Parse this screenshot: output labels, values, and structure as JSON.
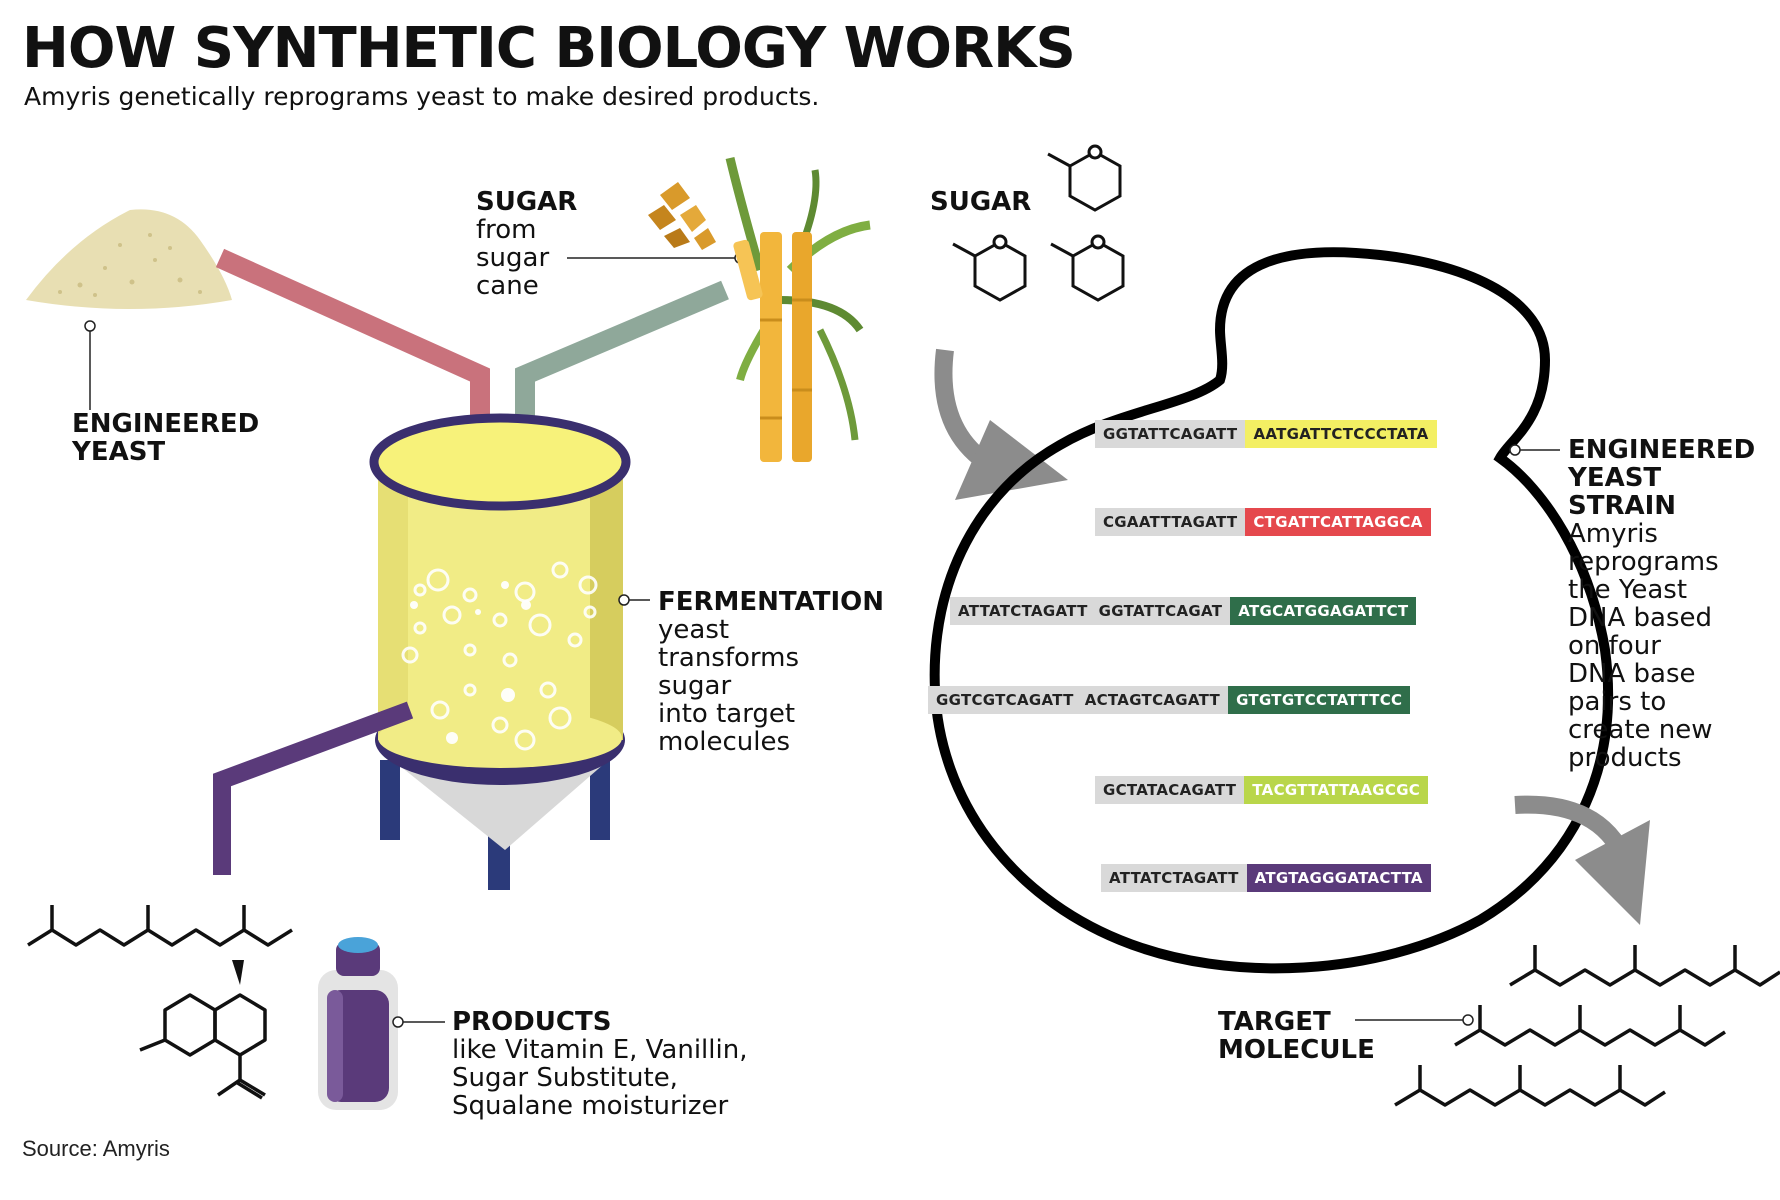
{
  "header": {
    "title": "HOW SYNTHETIC BIOLOGY WORKS",
    "subtitle": "Amyris genetically reprograms yeast to make desired products."
  },
  "labels": {
    "engineered_yeast": {
      "title_lines": [
        "ENGINEERED",
        "YEAST"
      ]
    },
    "sugar_cane": {
      "title": "SUGAR",
      "lines": [
        "from",
        "sugar",
        "cane"
      ]
    },
    "sugar_molecules": {
      "title": "SUGAR"
    },
    "fermentation": {
      "title": "FERMENTATION",
      "lines": [
        "yeast",
        "transforms",
        "sugar",
        "into target",
        "molecules"
      ]
    },
    "products": {
      "title": "PRODUCTS",
      "lines": [
        "like Vitamin E, Vanillin,",
        "Sugar Substitute,",
        "Squalane moisturizer"
      ]
    },
    "yeast_strain": {
      "title_lines": [
        "ENGINEERED",
        "YEAST",
        "STRAIN"
      ],
      "lines": [
        "Amyris",
        "reprograms",
        "the Yeast",
        "DNA based",
        "on four",
        "DNA base",
        "pairs to",
        "create new",
        "products"
      ]
    },
    "target_molecule": {
      "title_lines": [
        "TARGET",
        "MOLECULE"
      ]
    }
  },
  "dna_rows": [
    {
      "grey": "GGTATTCAGATT",
      "colored": "AATGATTCTCCCTATA",
      "color": "#f3ef63",
      "text_color": "#222222"
    },
    {
      "grey": "CGAATTTAGATT",
      "colored": "CTGATTCATTAGGCA",
      "color": "#e5484d",
      "text_color": "#ffffff"
    },
    {
      "grey": "ATTATCTAGATT  GGTATTCAGAT",
      "colored": "ATGCATGGAGATTCT",
      "color": "#2f6e4a",
      "text_color": "#ffffff"
    },
    {
      "grey": "GGTCGTCAGATT  ACTAGTCAGATT",
      "colored": "GTGTGTCCTATTTCC",
      "color": "#2f6e4a",
      "text_color": "#ffffff"
    },
    {
      "grey": "GCTATACAGATT",
      "colored": "TACGTTATTAAGCGC",
      "color": "#b9d64a",
      "text_color": "#ffffff"
    },
    {
      "grey": "ATTATCTAGATT",
      "colored": "ATGTAGGGATACTTA",
      "color": "#5a3a7a",
      "text_color": "#ffffff"
    }
  ],
  "footer": {
    "source": "Source: Amyris"
  },
  "colors": {
    "pipe_pink": "#c9727c",
    "pipe_sage": "#8fa89a",
    "pipe_purple": "#5a3a7a",
    "tank_rim": "#3a2f6e",
    "tank_liquid": "#f1ec86",
    "cane": "#f2b63c",
    "leaf": "#6e9a3a",
    "arrow_grey": "#8c8c8c"
  },
  "icons": [
    "yeast-powder-icon",
    "sugar-cubes-icon",
    "sugar-cane-icon",
    "fermentation-tank-icon",
    "product-vial-icon",
    "sugar-molecule-icon",
    "yeast-cell-icon",
    "molecule-chain-icon",
    "arrow-icon"
  ]
}
